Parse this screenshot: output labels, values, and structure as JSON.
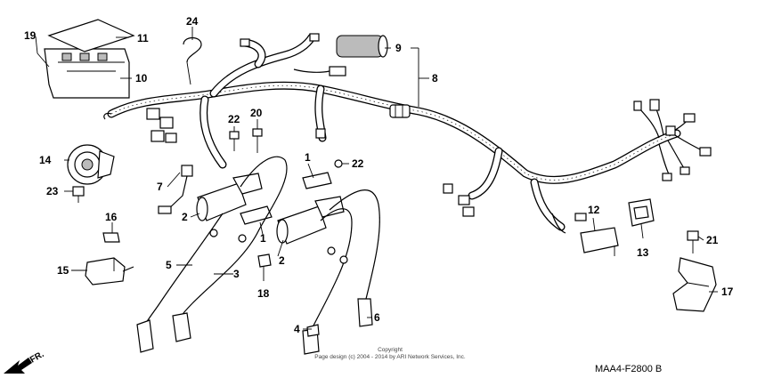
{
  "callouts": {
    "c1a": "1",
    "c1b": "1",
    "c2a": "2",
    "c2b": "2",
    "c3": "3",
    "c4": "4",
    "c5": "5",
    "c6": "6",
    "c7": "7",
    "c8": "8",
    "c9": "9",
    "c10": "10",
    "c11": "11",
    "c12": "12",
    "c13": "13",
    "c14": "14",
    "c15": "15",
    "c16": "16",
    "c17": "17",
    "c18": "18",
    "c19": "19",
    "c20": "20",
    "c21": "21",
    "c22a": "22",
    "c22b": "22",
    "c23": "23",
    "c24": "24"
  },
  "copyright": {
    "line1": "Copyright",
    "line2": "Page design (c) 2004 - 2014 by ARI Network Services, Inc."
  },
  "diagram_code": "MAA4-F2800 B",
  "front_marker": "FR."
}
